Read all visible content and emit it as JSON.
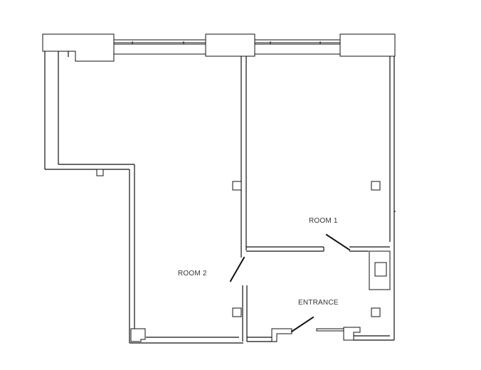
{
  "floor_plan": {
    "rooms": [
      {
        "id": "room1",
        "label": "ROOM 1"
      },
      {
        "id": "room2",
        "label": "ROOM 2"
      },
      {
        "id": "entrance",
        "label": "ENTRANCE"
      }
    ]
  }
}
